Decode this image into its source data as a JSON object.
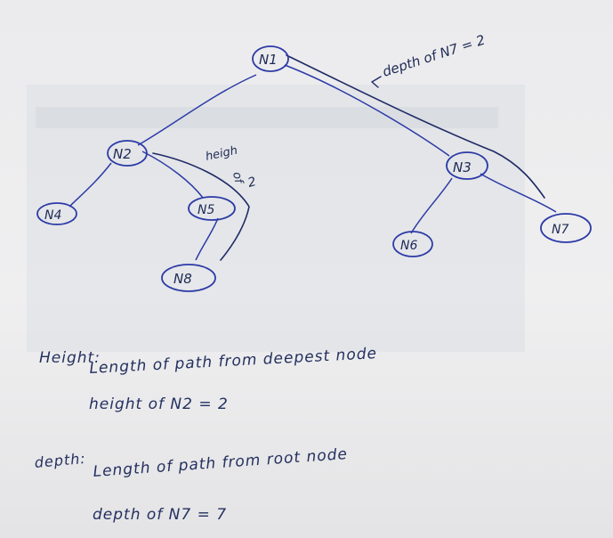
{
  "tree": {
    "nodes": [
      {
        "id": "n1",
        "label": "N1"
      },
      {
        "id": "n2",
        "label": "N2"
      },
      {
        "id": "n3",
        "label": "N3"
      },
      {
        "id": "n4",
        "label": "N4"
      },
      {
        "id": "n5",
        "label": "N5"
      },
      {
        "id": "n6",
        "label": "N6"
      },
      {
        "id": "n7",
        "label": "N7"
      },
      {
        "id": "n8",
        "label": "N8"
      }
    ],
    "edges": [
      {
        "from": "n1",
        "to": "n2"
      },
      {
        "from": "n1",
        "to": "n3"
      },
      {
        "from": "n2",
        "to": "n4"
      },
      {
        "from": "n2",
        "to": "n5"
      },
      {
        "from": "n5",
        "to": "n8"
      },
      {
        "from": "n3",
        "to": "n6"
      },
      {
        "from": "n3",
        "to": "n7"
      }
    ]
  },
  "annotations": {
    "depth_arrow": "depth of N7 = 2",
    "height_arc_line1": "heigh",
    "height_arc_line2": "of",
    "height_arc_line3": "2"
  },
  "notes": {
    "height_heading": "Height:",
    "height_definition": "Length of path from deepest node",
    "height_example": "height of N2 = 2",
    "depth_heading": "depth:",
    "depth_definition": "Length of path from root node",
    "depth_example": "depth of N7 = 7"
  }
}
